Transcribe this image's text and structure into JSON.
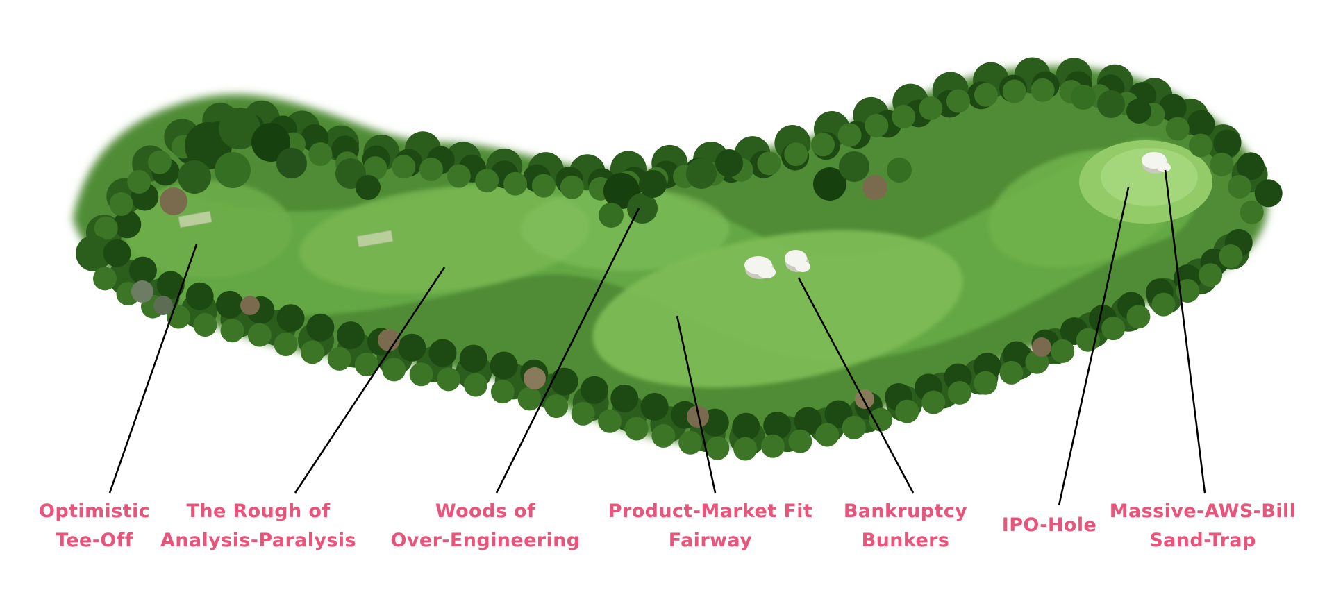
{
  "figure": {
    "title": "Startup golf hole diagram",
    "type": "labeled-illustration"
  },
  "colors": {
    "label_text": "#e8547a",
    "callout_line": "#000000",
    "fairway_green": "#63a845",
    "tree_dark_green": "#1d4a12",
    "bunker_white": "#f5f5ef"
  },
  "labels": [
    {
      "id": "tee-off",
      "line1": "Optimistic",
      "line2": "Tee-Off"
    },
    {
      "id": "rough",
      "line1": "The Rough of",
      "line2": "Analysis-Paralysis"
    },
    {
      "id": "woods",
      "line1": "Woods of",
      "line2": "Over-Engineering"
    },
    {
      "id": "fairway",
      "line1": "Product-Market Fit",
      "line2": "Fairway"
    },
    {
      "id": "bunkers",
      "line1": "Bankruptcy",
      "line2": "Bunkers"
    },
    {
      "id": "ipo-hole",
      "line1": "IPO-Hole",
      "line2": ""
    },
    {
      "id": "sand-trap",
      "line1": "Massive-AWS-Bill",
      "line2": "Sand-Trap"
    }
  ]
}
